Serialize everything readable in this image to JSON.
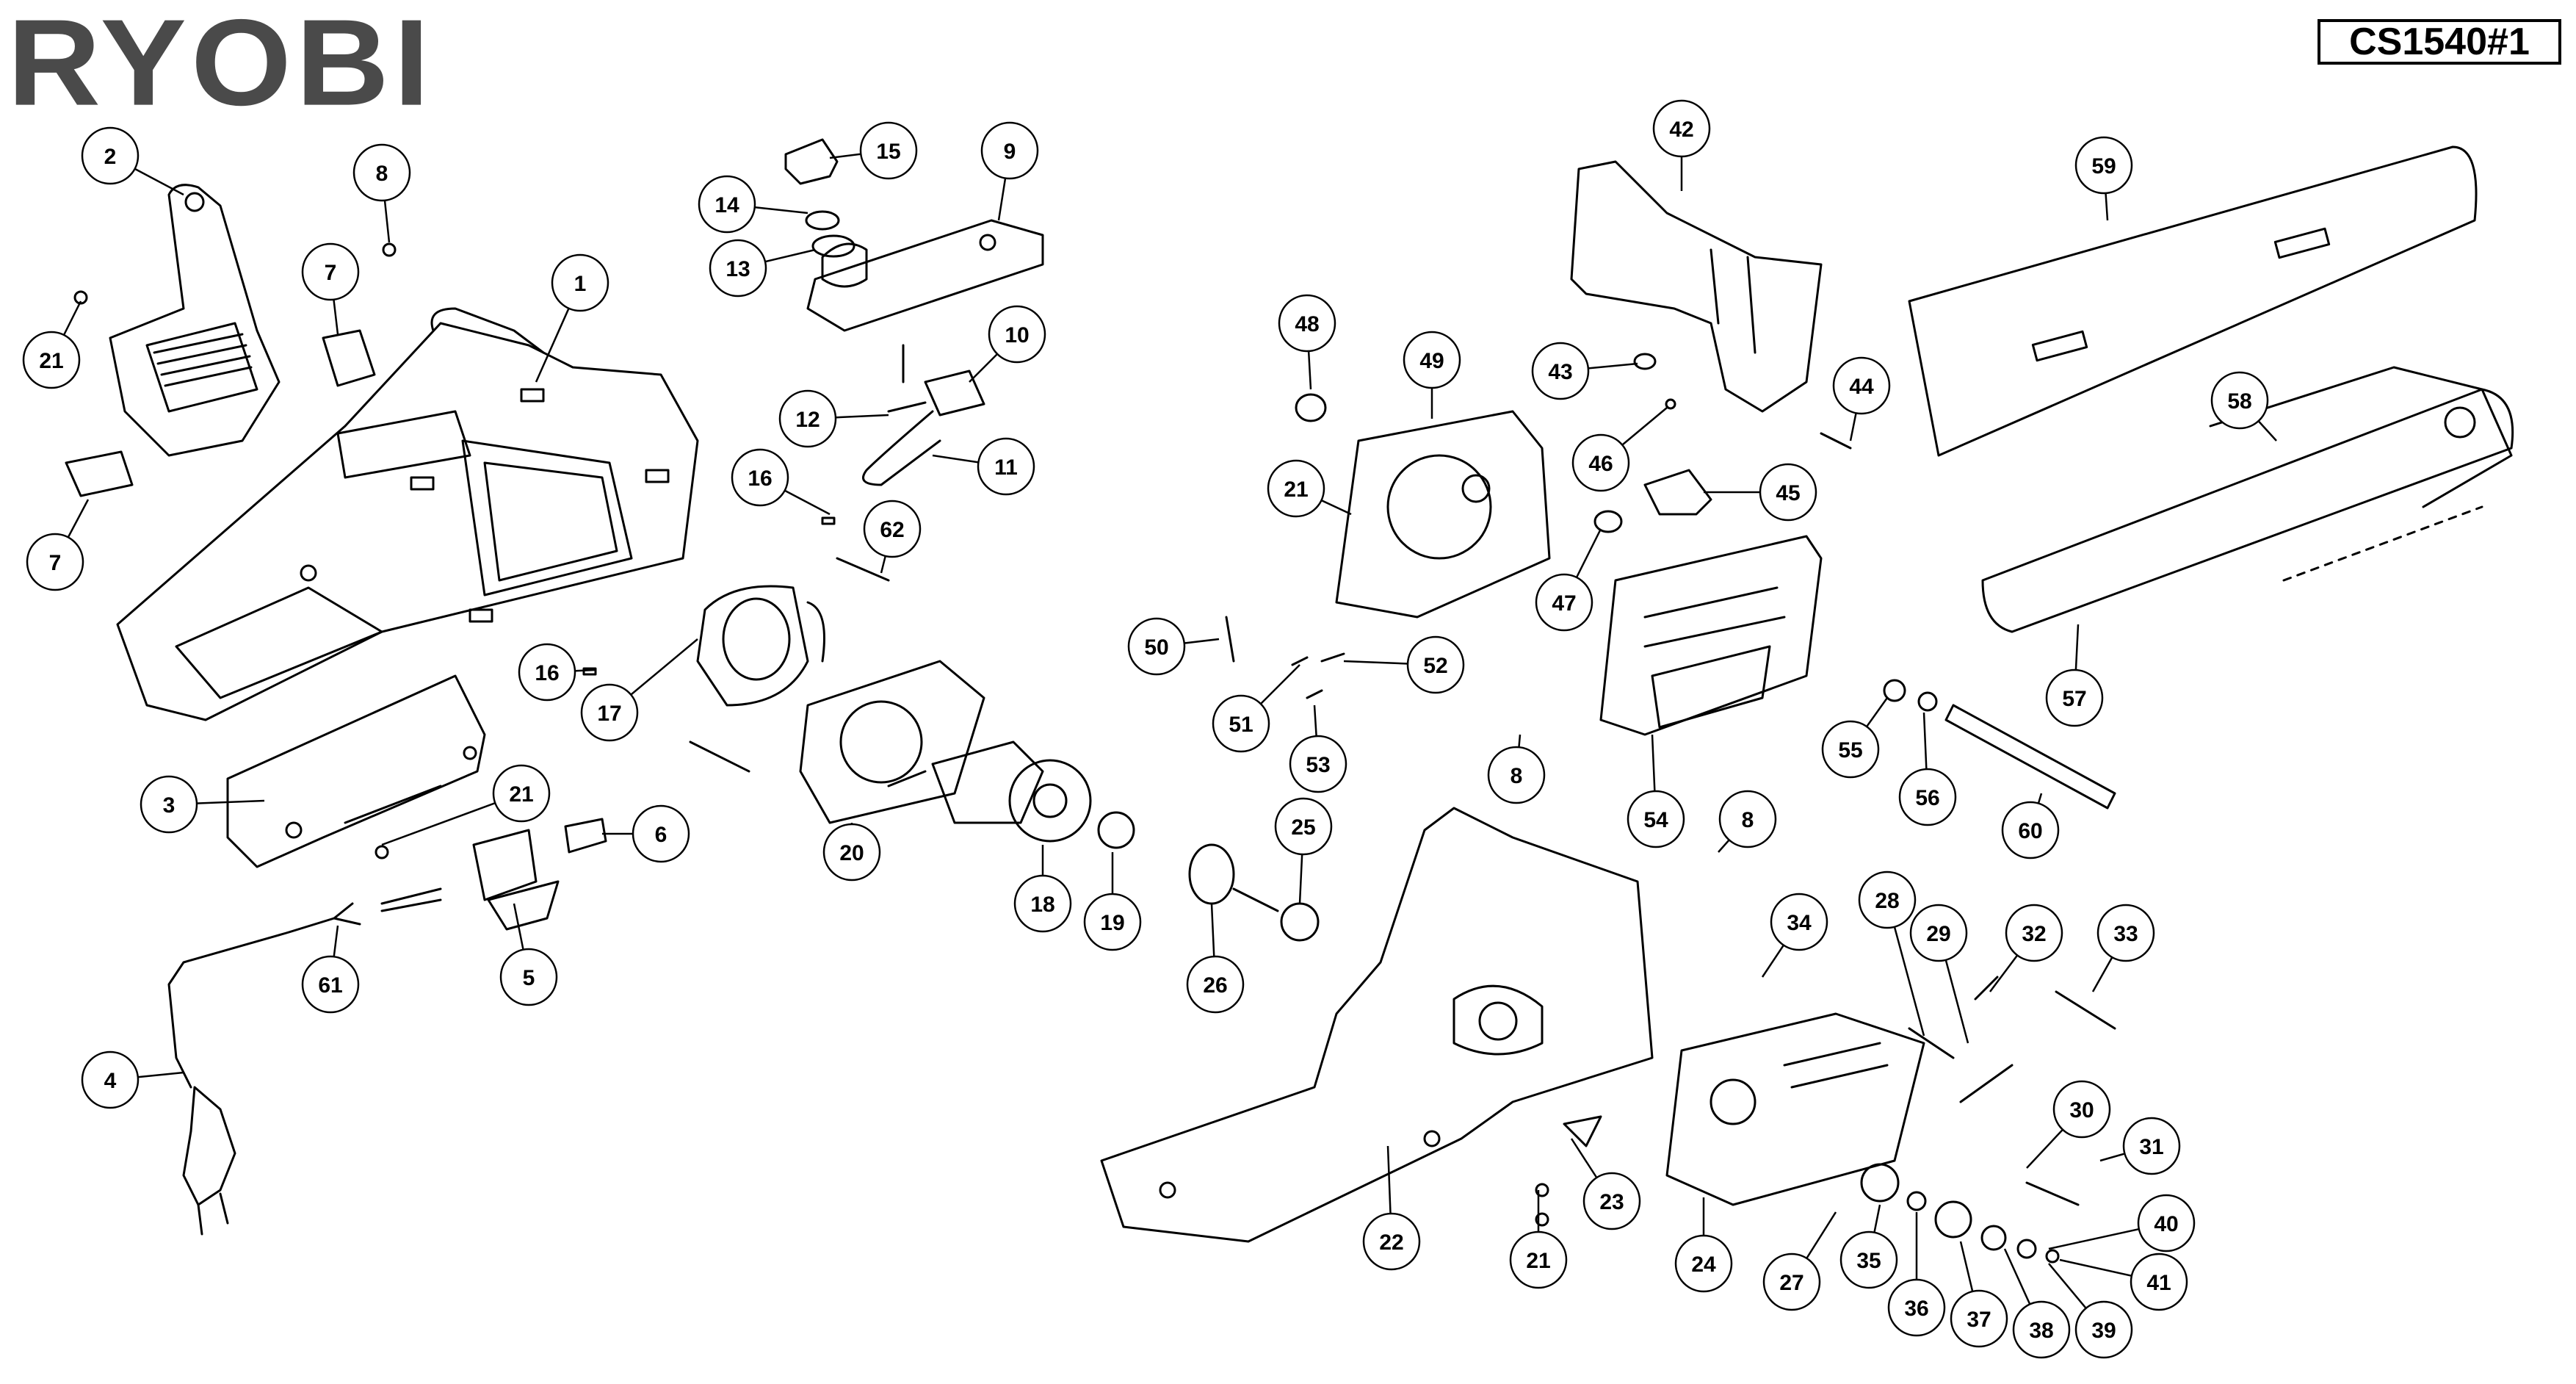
{
  "header": {
    "brand": "RYOBI",
    "model_code": "CS1540#1"
  },
  "parts": [
    {
      "n": "1"
    },
    {
      "n": "2"
    },
    {
      "n": "3"
    },
    {
      "n": "4"
    },
    {
      "n": "5"
    },
    {
      "n": "6"
    },
    {
      "n": "7"
    },
    {
      "n": "7"
    },
    {
      "n": "8"
    },
    {
      "n": "8"
    },
    {
      "n": "8"
    },
    {
      "n": "9"
    },
    {
      "n": "10"
    },
    {
      "n": "11"
    },
    {
      "n": "12"
    },
    {
      "n": "13"
    },
    {
      "n": "14"
    },
    {
      "n": "15"
    },
    {
      "n": "16"
    },
    {
      "n": "16"
    },
    {
      "n": "17"
    },
    {
      "n": "18"
    },
    {
      "n": "19"
    },
    {
      "n": "20"
    },
    {
      "n": "21"
    },
    {
      "n": "21"
    },
    {
      "n": "21"
    },
    {
      "n": "21"
    },
    {
      "n": "22"
    },
    {
      "n": "23"
    },
    {
      "n": "24"
    },
    {
      "n": "25"
    },
    {
      "n": "26"
    },
    {
      "n": "27"
    },
    {
      "n": "28"
    },
    {
      "n": "29"
    },
    {
      "n": "30"
    },
    {
      "n": "31"
    },
    {
      "n": "32"
    },
    {
      "n": "33"
    },
    {
      "n": "34"
    },
    {
      "n": "35"
    },
    {
      "n": "36"
    },
    {
      "n": "37"
    },
    {
      "n": "38"
    },
    {
      "n": "39"
    },
    {
      "n": "40"
    },
    {
      "n": "41"
    },
    {
      "n": "42"
    },
    {
      "n": "43"
    },
    {
      "n": "44"
    },
    {
      "n": "45"
    },
    {
      "n": "46"
    },
    {
      "n": "47"
    },
    {
      "n": "48"
    },
    {
      "n": "49"
    },
    {
      "n": "50"
    },
    {
      "n": "51"
    },
    {
      "n": "52"
    },
    {
      "n": "53"
    },
    {
      "n": "54"
    },
    {
      "n": "55"
    },
    {
      "n": "56"
    },
    {
      "n": "57"
    },
    {
      "n": "58"
    },
    {
      "n": "59"
    },
    {
      "n": "60"
    },
    {
      "n": "61"
    },
    {
      "n": "62"
    }
  ],
  "colors": {
    "ink": "#000000",
    "paper": "#ffffff",
    "logo": "#4a4a4a"
  }
}
